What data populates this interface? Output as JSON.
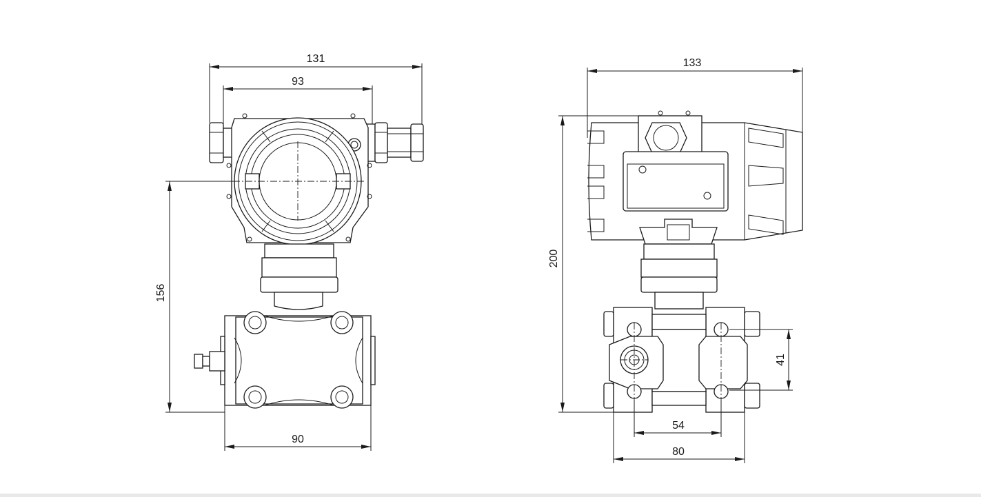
{
  "front_view": {
    "dim_overall_width": "131",
    "dim_housing_width": "93",
    "dim_height": "156",
    "dim_flange_width": "90"
  },
  "side_view": {
    "dim_overall_width": "133",
    "dim_height": "200",
    "dim_bolt_vertical": "41",
    "dim_bolt_horizontal": "54",
    "dim_flange_width": "80"
  },
  "colors": {
    "line": "#1a1a1a",
    "background": "#ffffff",
    "bottom_band": "#e9e9e9"
  }
}
